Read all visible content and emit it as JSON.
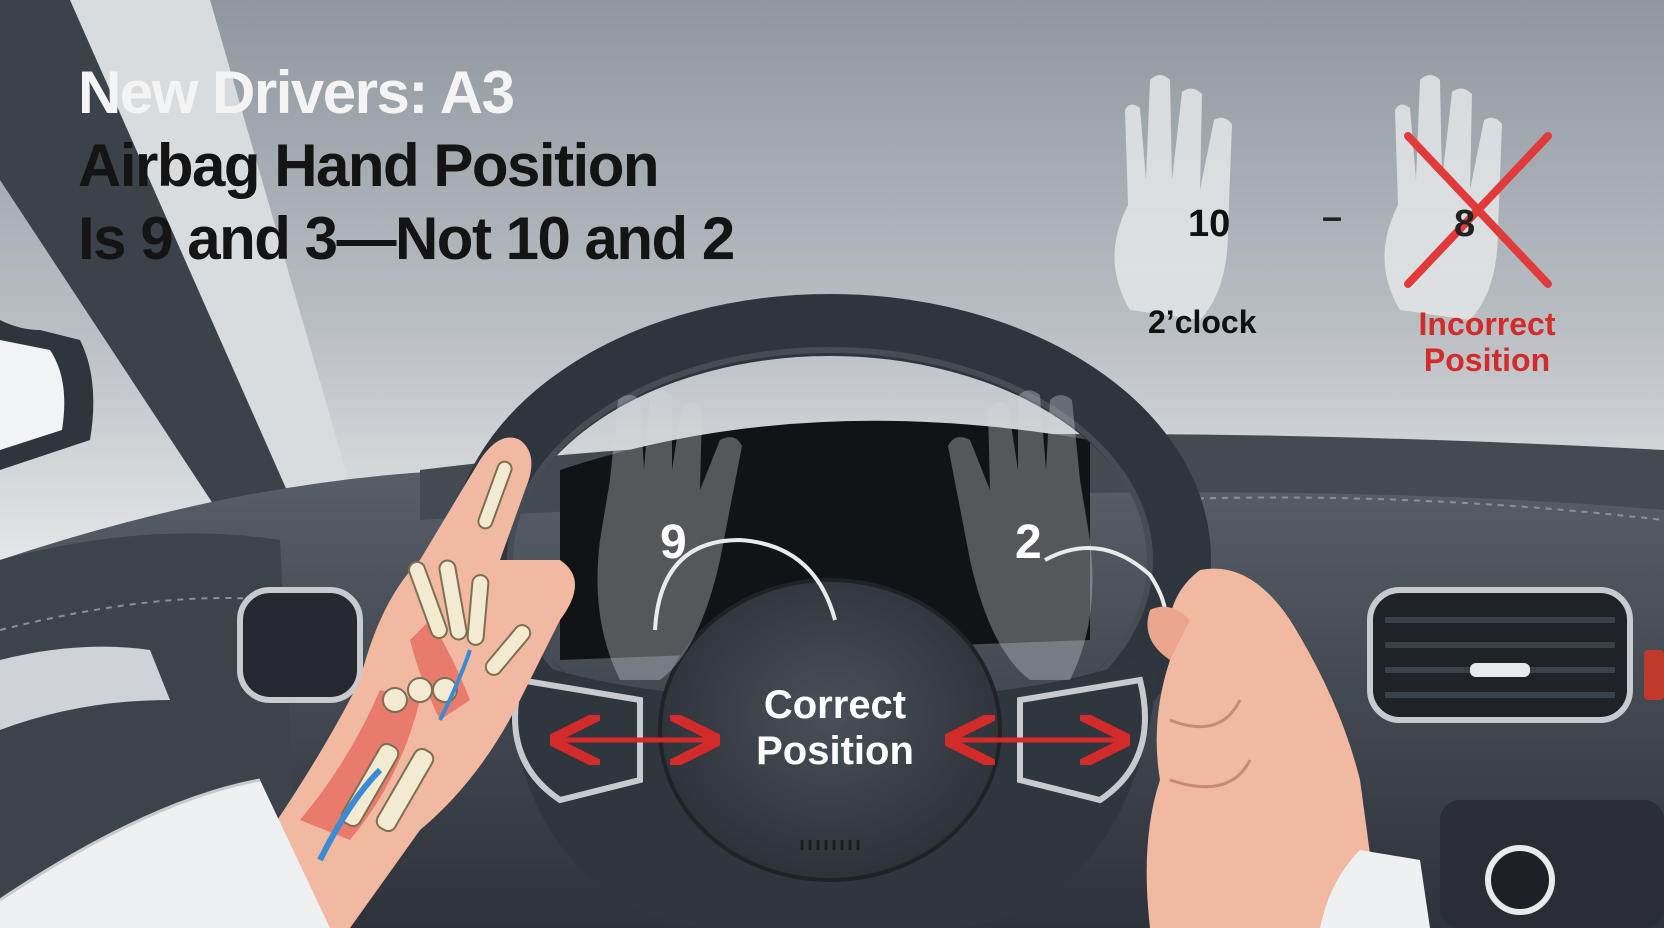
{
  "title": {
    "line1": "New Drivers: A3",
    "line2": "Airbag Hand Position",
    "line3": "Is 9 and 3—Not 10 and 2"
  },
  "comparison": {
    "left_number": "10",
    "left_caption": "2’clock",
    "separator": "–",
    "right_number": "8",
    "right_caption": "Incorrect Position"
  },
  "wheel": {
    "left_number": "9",
    "right_number": "2",
    "center_label": "Correct Position"
  },
  "colors": {
    "accent_red": "#d32a2a",
    "dashboard": "#3a4048",
    "wheel": "#2f353c",
    "skin": "#f2b9a2",
    "sky": "#c9ced3"
  },
  "icons": [
    "hand-icon",
    "cross-mark-icon",
    "double-arrow-icon",
    "steering-wheel-icon",
    "hand-anatomy-icon"
  ]
}
